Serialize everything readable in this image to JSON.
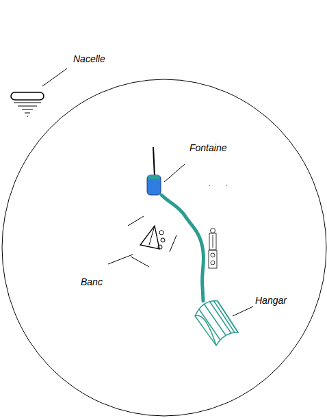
{
  "diagram": {
    "labels": [
      "Nacelle",
      "Fontaine",
      "Banc",
      "Hangar"
    ]
  }
}
